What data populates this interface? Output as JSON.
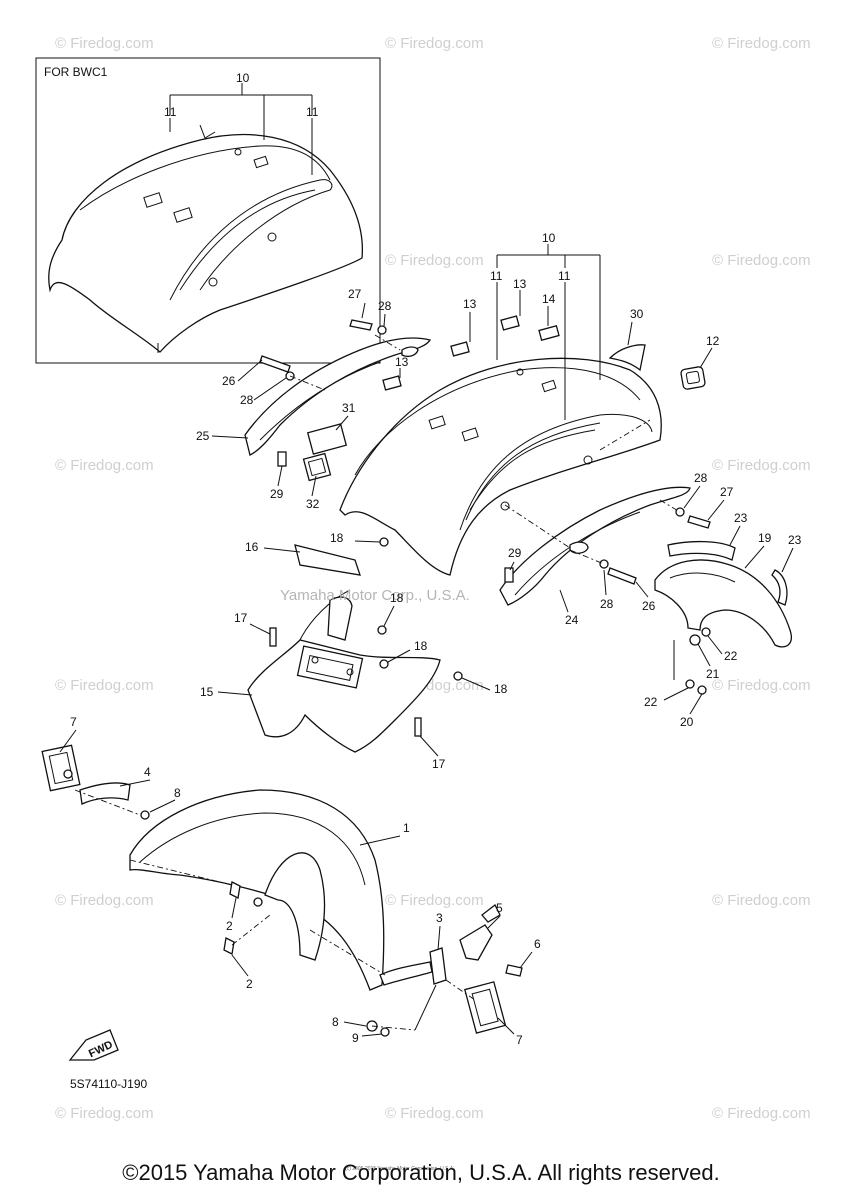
{
  "inset": {
    "title": "FOR BWC1"
  },
  "callouts": {
    "inset_10": "10",
    "inset_11a": "11",
    "inset_11b": "11",
    "n10": "10",
    "n11a": "11",
    "n11b": "11",
    "n13a": "13",
    "n13b": "13",
    "n13c": "13",
    "n14": "14",
    "n30": "30",
    "n12": "12",
    "n27a": "27",
    "n28a": "28",
    "n26a": "26",
    "n28b": "28",
    "n25": "25",
    "n31": "31",
    "n29a": "29",
    "n32": "32",
    "n28c": "28",
    "n27b": "27",
    "n23a": "23",
    "n19": "19",
    "n23b": "23",
    "n16": "16",
    "n18a": "18",
    "n29b": "29",
    "n28d": "28",
    "n26b": "26",
    "n24": "24",
    "n18b": "18",
    "n17a": "17",
    "n18c": "18",
    "n22a": "22",
    "n21": "21",
    "n15": "15",
    "n18d": "18",
    "n22b": "22",
    "n20": "20",
    "n17b": "17",
    "n7a": "7",
    "n4": "4",
    "n8a": "8",
    "n1": "1",
    "n2a": "2",
    "n3": "3",
    "n5": "5",
    "n6": "6",
    "n2b": "2",
    "n8b": "8",
    "n9": "9",
    "n7b": "7"
  },
  "fwd_label": "FWD",
  "diagram_code": "5S74110-J190",
  "center_watermark": "Yamaha Motor Corp., U.S.A.",
  "watermark_text": "© Firedog.com",
  "small_print": "(c) 2005-2015 Yamaha Motor Corporation, U.S.A.",
  "copyright": "©2015 Yamaha Motor Corporation, U.S.A. All rights reserved."
}
